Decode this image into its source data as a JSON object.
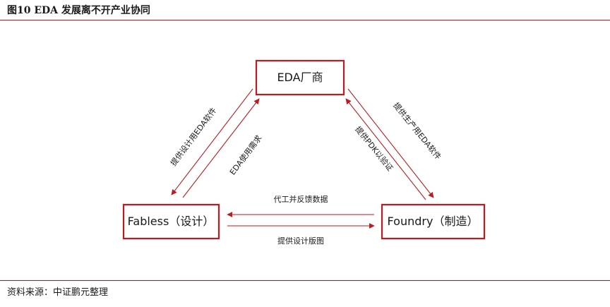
{
  "figure": {
    "title": "图10   EDA 发展离不开产业协同"
  },
  "nodes": {
    "eda": "EDA厂商",
    "fabless": "Fabless（设计）",
    "foundry": "Foundry（制造）"
  },
  "edges": {
    "eda_to_fabless": "提供设计用EDA软件",
    "fabless_to_eda": "EDA使用需求",
    "foundry_to_eda": "提供PDK以验证",
    "eda_to_foundry": "提供生产用EDA软件",
    "foundry_to_fabless": "代工并反馈数据",
    "fabless_to_foundry": "提供设计版图"
  },
  "source": {
    "text": "资料来源：中证鹏元整理"
  },
  "colors": {
    "accent": "#c0191f",
    "rule": "#a31f1f"
  }
}
